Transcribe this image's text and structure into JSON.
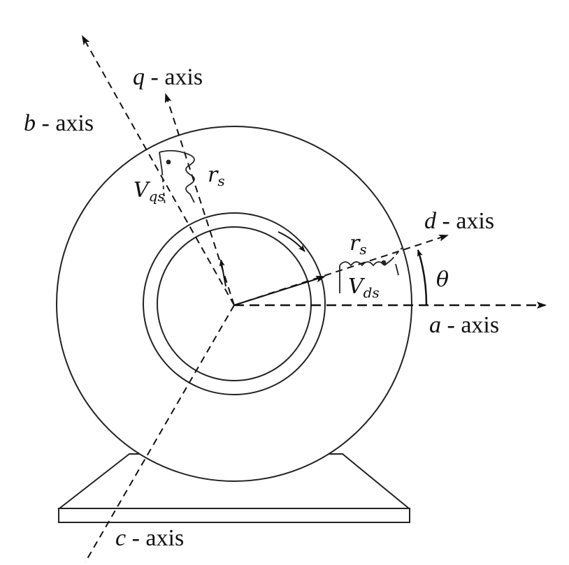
{
  "labels": {
    "q_axis": {
      "var": "q",
      "text": " - axis"
    },
    "b_axis": {
      "var": "b",
      "text": " - axis"
    },
    "d_axis": {
      "var": "d",
      "text": " - axis"
    },
    "a_axis": {
      "var": "a",
      "text": " - axis"
    },
    "c_axis": {
      "var": "c",
      "text": " - axis"
    },
    "theta": "θ",
    "r_s_q": {
      "base": "r",
      "sub": "s"
    },
    "v_qs": {
      "base": "V",
      "sub": "qs"
    },
    "r_s_d": {
      "base": "r",
      "sub": "s"
    },
    "v_ds": {
      "base": "V",
      "sub": "ds"
    }
  }
}
